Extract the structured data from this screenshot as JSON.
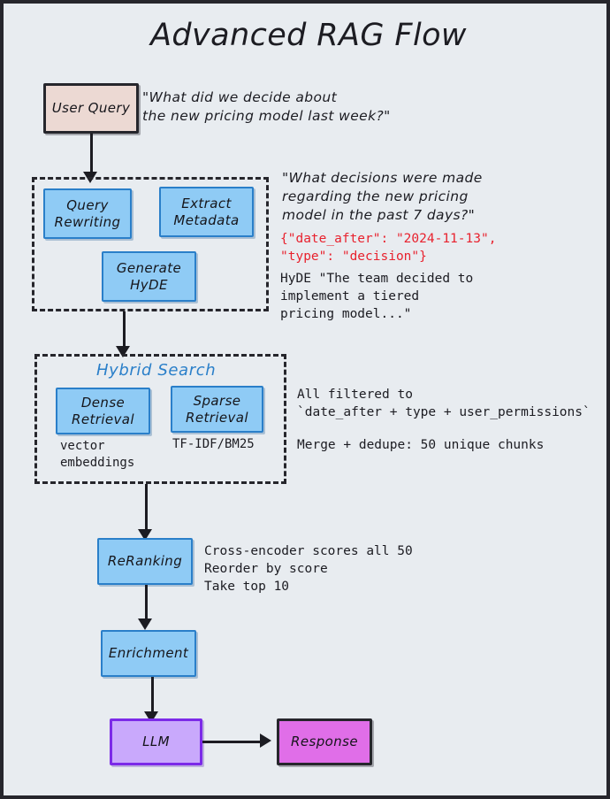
{
  "diagram": {
    "title": "Advanced RAG Flow",
    "background_color": "#e8ecf0",
    "border_color": "#26262c"
  },
  "nodes": {
    "user_query": {
      "label": "User Query",
      "fill": "#ecd9d3",
      "stroke": "#26262c"
    },
    "query_rewriting": {
      "label": "Query\nRewriting",
      "fill": "#8fcbf5",
      "stroke": "#2a7fc9"
    },
    "extract_metadata": {
      "label": "Extract\nMetadata",
      "fill": "#8fcbf5",
      "stroke": "#2a7fc9"
    },
    "generate_hyde": {
      "label": "Generate\nHyDE",
      "fill": "#8fcbf5",
      "stroke": "#2a7fc9"
    },
    "dense_retrieval": {
      "label": "Dense\nRetrieval",
      "fill": "#8fcbf5",
      "stroke": "#2a7fc9"
    },
    "sparse_retrieval": {
      "label": "Sparse\nRetrieval",
      "fill": "#8fcbf5",
      "stroke": "#2a7fc9"
    },
    "reranking": {
      "label": "ReRanking",
      "fill": "#8fcbf5",
      "stroke": "#2a7fc9"
    },
    "enrichment": {
      "label": "Enrichment",
      "fill": "#8fcbf5",
      "stroke": "#2a7fc9"
    },
    "llm": {
      "label": "LLM",
      "fill": "#c9a9fc",
      "stroke": "#7c2ae8"
    },
    "response": {
      "label": "Response",
      "fill": "#e06ee8",
      "stroke": "#26262c"
    }
  },
  "groups": {
    "preprocess": {
      "title": ""
    },
    "hybrid_search": {
      "title": "Hybrid Search",
      "title_color": "#2a7fc9"
    }
  },
  "sublabels": {
    "dense": "vector\nembeddings",
    "sparse": "TF-IDF/BM25"
  },
  "annotations": {
    "user_query_text": "\"What did we decide about\nthe new pricing model last week?\"",
    "rewritten_query": "\"What decisions were made\nregarding the new pricing\nmodel in the past 7 days?\"",
    "extracted_filters": "{\"date_after\": \"2024-11-13\",\n\"type\": \"decision\"}",
    "hyde_text": "HyDE \"The team decided to\nimplement a tiered\npricing model...\"",
    "filter_note": "All filtered to\n`date_after + type + user_permissions`",
    "merge_note": "Merge + dedupe: 50 unique chunks",
    "rerank_note": "Cross-encoder scores all 50\nReorder by score\nTake top 10"
  },
  "colors": {
    "accent_blue": "#2a7fc9",
    "red_highlight": "#e8222e",
    "ink": "#1c1c22"
  }
}
